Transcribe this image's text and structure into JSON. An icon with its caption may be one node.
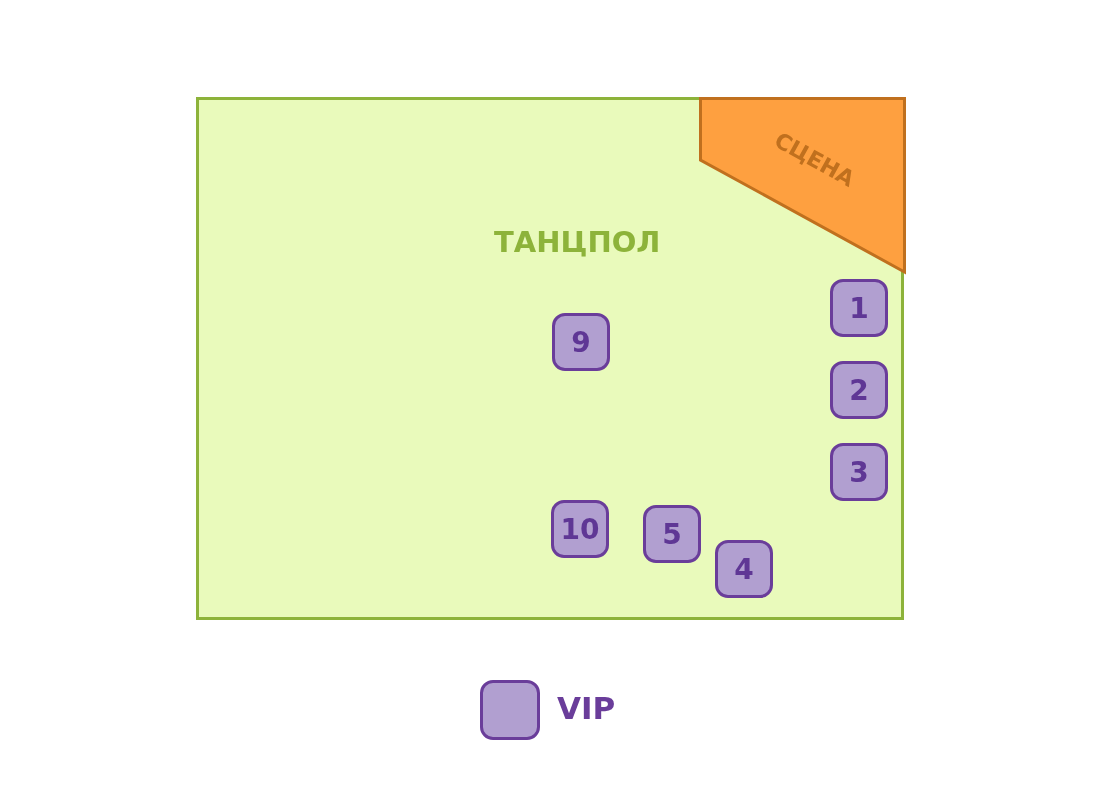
{
  "diagram": {
    "nodes": [
      {
        "text": [
          "ТАНЦПОЛ"
        ]
      },
      {
        "text": [
          "СЦЕНА"
        ],
        "in": 0
      },
      {
        "text": [
          "1"
        ],
        "in": 0
      },
      {
        "text": [
          "9"
        ],
        "in": 0
      },
      {
        "text": [
          "2"
        ],
        "in": 0
      },
      {
        "text": [
          "3"
        ],
        "in": 0
      },
      {
        "text": [
          "10"
        ],
        "in": 0
      },
      {
        "text": [
          "5"
        ],
        "in": 0
      },
      {
        "text": [
          "4"
        ],
        "in": 0
      }
    ],
    "legend": [
      {
        "text": "VIP",
        "color": "#b19fd0"
      }
    ]
  }
}
